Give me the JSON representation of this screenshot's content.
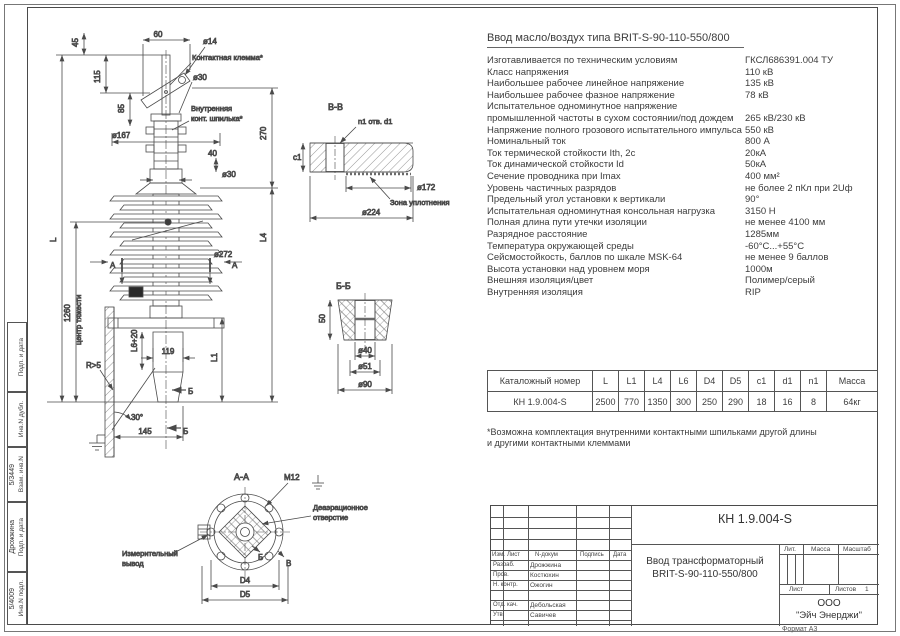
{
  "frame": {
    "stamp_fields": [
      {
        "label": "Подп. и дата",
        "value": ""
      },
      {
        "label": "Инв.N дубл.",
        "value": ""
      },
      {
        "label": "Взам. инв.N",
        "value": "5/3449"
      },
      {
        "label": "Подп. и дата",
        "value": "Дрожжина"
      },
      {
        "label": "Инв.N подл.",
        "value": "5/4009"
      }
    ],
    "format_note": "Формат А3"
  },
  "specs": {
    "title": "Ввод масло/воздух типа BRIT-S-90-110-550/800",
    "rows": [
      {
        "label": "Изготавливается по техническим условиям",
        "value": "ГКСЛ686391.004 ТУ"
      },
      {
        "label": "Класс напряжения",
        "value": "110 кВ"
      },
      {
        "label": "Наибольшее рабочее линейное напряжение",
        "value": "135 кВ"
      },
      {
        "label": "Наибольшее рабочее фазное напряжение",
        "value": "78 кВ"
      },
      {
        "label": "Испытательное одноминутное напряжение промышленной частоты в сухом состоянии/под дождем",
        "value": "265 кВ/230 кВ"
      },
      {
        "label": "Напряжение полного грозового испытательного импульса",
        "value": "550 кВ"
      },
      {
        "label": "Номинальный ток",
        "value": "800 А"
      },
      {
        "label": "Ток термической стойкости Ith, 2с",
        "value": "20кА"
      },
      {
        "label": "Ток динамической стойкости Id",
        "value": "50кА"
      },
      {
        "label": "Сечение проводника при Imax",
        "value": "400 мм²"
      },
      {
        "label": "Уровень частичных разрядов",
        "value": "не более 2 пКл при 2Uф"
      },
      {
        "label": "Предельный угол установки к вертикали",
        "value": "90°"
      },
      {
        "label": "Испытательная одноминутная консольная нагрузка",
        "value": "3150 Н"
      },
      {
        "label": "Полная длина пути утечки изоляции",
        "value": "не менее 4100 мм"
      },
      {
        "label": "Разрядное расстояние",
        "value": "1285мм"
      },
      {
        "label": "Температура окружающей среды",
        "value": "-60°С...+55°С"
      },
      {
        "label": "Сейсмостойкость, баллов по шкале MSK-64",
        "value": "не менее 9 баллов"
      },
      {
        "label": "Высота установки над уровнем моря",
        "value": "1000м"
      },
      {
        "label": "Внешняя изоляция/цвет",
        "value": "Полимер/серый"
      },
      {
        "label": "Внутренняя изоляция",
        "value": "RIP"
      }
    ]
  },
  "catalog_table": {
    "headers": [
      "Каталожный номер",
      "L",
      "L1",
      "L4",
      "L6",
      "D4",
      "D5",
      "c1",
      "d1",
      "n1",
      "Масса"
    ],
    "rows": [
      [
        "КН 1.9.004-S",
        "2500",
        "770",
        "1350",
        "300",
        "250",
        "290",
        "18",
        "16",
        "8",
        "64кг"
      ]
    ]
  },
  "footnote": {
    "line1": "*Возможна комплектация внутренними контактными шпильками другой длины",
    "line2": "и другими контактными клеммами"
  },
  "title_block": {
    "doc_number": "КН 1.9.004-S",
    "columns": [
      "Изм.",
      "Лист",
      "N-докум",
      "Подпись",
      "Дата"
    ],
    "sign_rows": [
      {
        "role": "Разраб.",
        "name": "Дрожжина"
      },
      {
        "role": "Пров.",
        "name": "Костюхин"
      },
      {
        "role": "Н. контр.",
        "name": "Ожогин"
      },
      {
        "role": "Отд. кач.",
        "name": "Дебольская"
      },
      {
        "role": "Утв.",
        "name": "Савичев"
      }
    ],
    "title_line1": "Ввод трансформаторный",
    "title_line2": "BRIT-S-90-110-550/800",
    "lit_label": "Лит.",
    "mass_label": "Масса",
    "scale_label": "Масштаб",
    "sheet_label": "Лист",
    "sheets_label": "Листов",
    "sheets_value": "1",
    "company_line1": "ООО",
    "company_line2": "\"Эйч Энерджи\""
  },
  "drawing": {
    "main": {
      "d45": "45",
      "d60": "60",
      "dia14": "ø14",
      "clamp_note": "Контактная клемма*",
      "d115": "115",
      "dia30_top": "ø30",
      "d85": "85",
      "stud_note1": "Внутренняя",
      "stud_note2": "конт. шпилька*",
      "dia167": "ø167",
      "d270": "270",
      "d40": "40",
      "dia30_mid": "ø30",
      "l4": "L4",
      "dia272": "ø272",
      "l": "L",
      "cg": "1260",
      "cg_note": "центр тяжести",
      "r5": "R>5",
      "l620": "L6+20",
      "d119": "119",
      "l1": "L1",
      "b_mark": "Б",
      "b_mark2": "Б",
      "ang30": "30°",
      "d145": "145",
      "a_mark1": "А",
      "a_mark2": "А"
    },
    "section_vv": {
      "title": "В-В",
      "holes": "n1 отв. d1",
      "c1": "c1",
      "dia172": "ø172",
      "seal": "Зона уплотнения",
      "dia224": "ø224"
    },
    "section_bb": {
      "title": "Б-Б",
      "d50": "50",
      "dia40": "ø40",
      "dia51": "ø51",
      "dia90": "ø90"
    },
    "view_aa": {
      "title": "А-А",
      "m12": "М12",
      "deaer1": "Деаэрационное",
      "deaer2": "отверстие",
      "meas1": "Измерительный",
      "meas2": "вывод",
      "d4": "D4",
      "d5": "D5",
      "b": "Б",
      "v": "В"
    }
  }
}
